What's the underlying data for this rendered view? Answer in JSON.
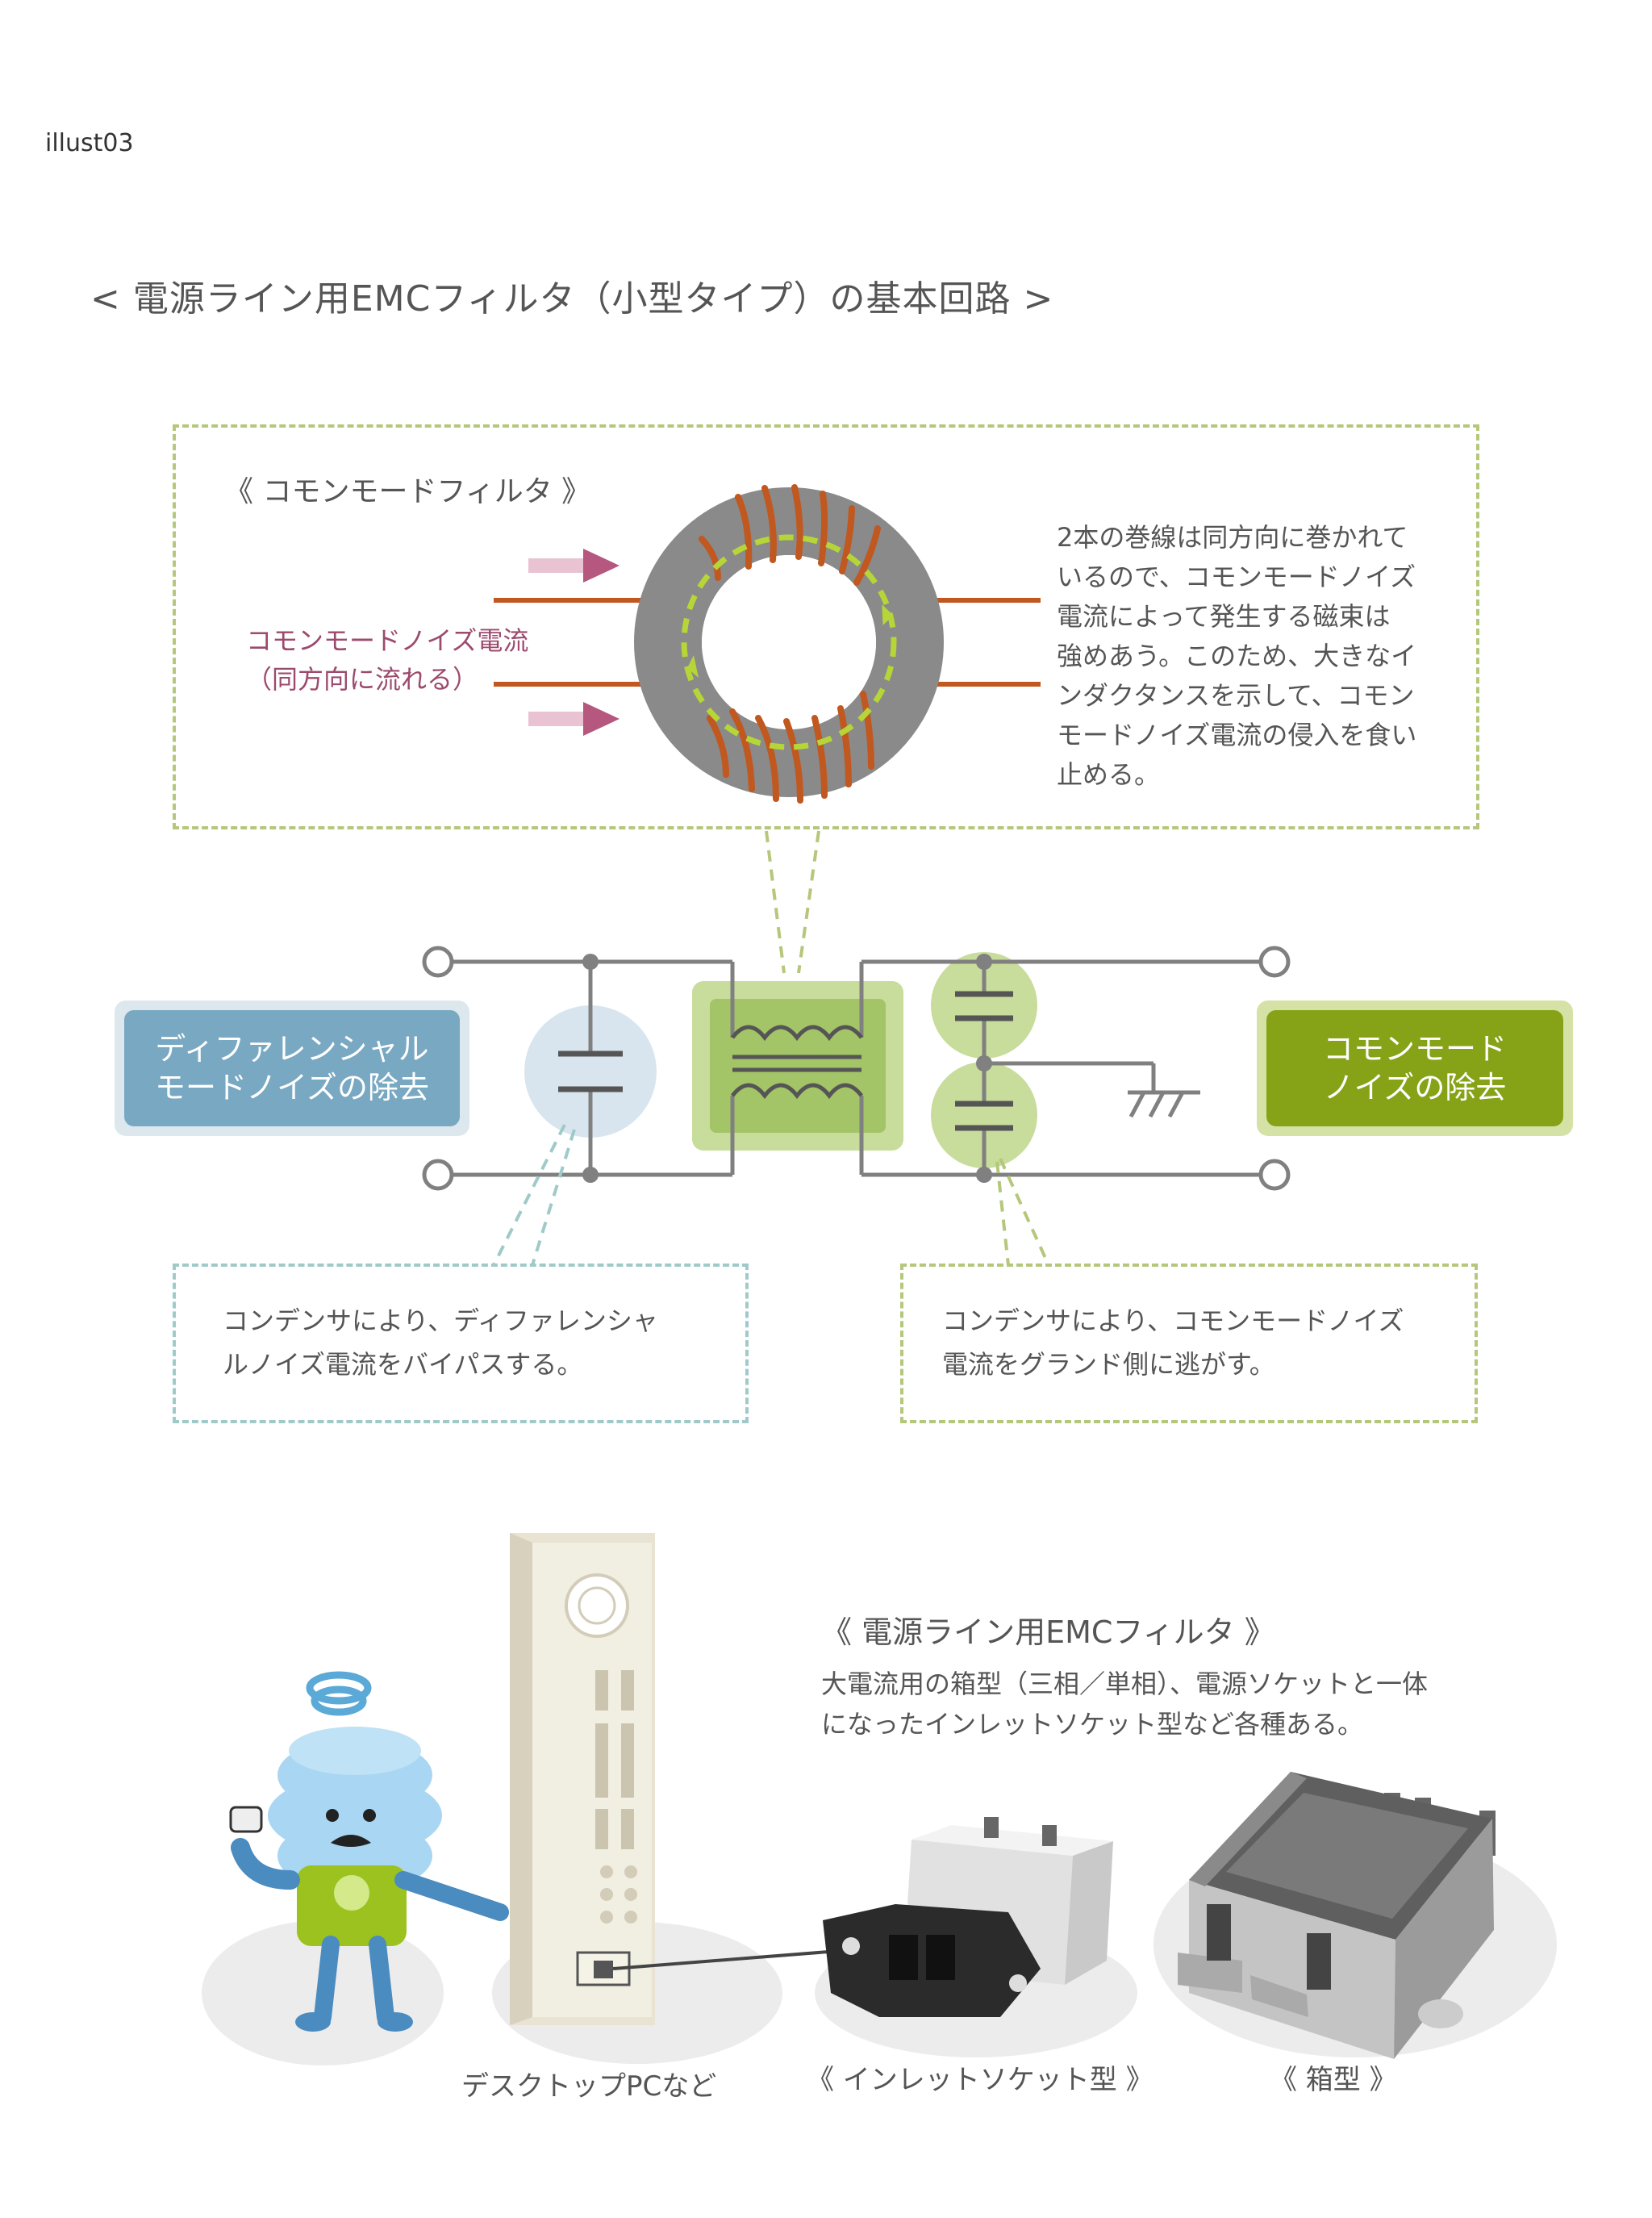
{
  "page_id": "illust03",
  "main_title": "< 電源ライン用EMCフィルタ（小型タイプ）の基本回路 >",
  "common_mode": {
    "title": "《 コモンモードフィルタ 》",
    "noise_label_1": "コモンモードノイズ電流",
    "noise_label_2": "（同方向に流れる）",
    "desc_lines": [
      "2本の巻線は同方向に巻かれて",
      "いるので、コモンモードノイズ",
      "電流によって発生する磁束は",
      "強めあう。このため、大きなイ",
      "ンダクタンスを示して、コモン",
      "モードノイズ電流の侵入を食い",
      "止める。"
    ]
  },
  "labels": {
    "differential_1": "ディファレンシャル",
    "differential_2": "モードノイズの除去",
    "common_1": "コモンモード",
    "common_2": "ノイズの除去"
  },
  "captions": {
    "left_1": "コンデンサにより、ディファレンシャ",
    "left_2": "ルノイズ電流をバイパスする。",
    "right_1": "コンデンサにより、コモンモードノイズ",
    "right_2": "電流をグランド側に逃がす。"
  },
  "products": {
    "title": "《 電源ライン用EMCフィルタ 》",
    "desc_1": "大電流用の箱型（三相／単相）、電源ソケットと一体",
    "desc_2": "になったインレットソケット型など各種ある。",
    "pc_caption": "デスクトップPCなど",
    "inlet_caption": "《 インレットソケット型 》",
    "box_caption": "《 箱型 》"
  },
  "colors": {
    "dashed_green": "#b5c77a",
    "dashed_blue": "#9fcac9",
    "diff_blue": "#79a8c2",
    "common_green": "#86a317",
    "winding_orange": "#c0581f",
    "arrow_pink": "#b5577e",
    "toroid_gray": "#8d8d8d"
  }
}
